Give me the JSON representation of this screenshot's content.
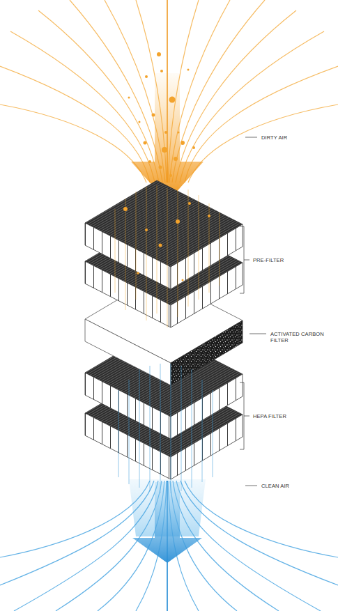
{
  "diagram": {
    "labels": [
      "DIRTY AIR",
      "PRE-FILTER",
      "ACTIVATED CARBON FILTER",
      "HEPA FILTER",
      "CLEAN AIR"
    ]
  }
}
